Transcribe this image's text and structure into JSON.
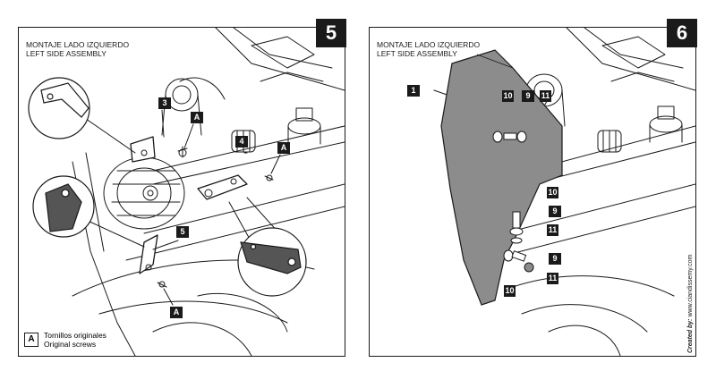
{
  "panel5": {
    "step": "5",
    "title_es": "MONTAJE LADO IZQUIERDO",
    "title_en": "LEFT SIDE ASSEMBLY",
    "callouts": [
      "3",
      "A",
      "4",
      "A",
      "5",
      "A"
    ],
    "legend_key": "A",
    "legend_es": "Tornillos originales",
    "legend_en": "Original screws"
  },
  "panel6": {
    "step": "6",
    "title_es": "MONTAJE LADO IZQUIERDO",
    "title_en": "LEFT SIDE ASSEMBLY",
    "callouts": [
      "1",
      "10",
      "9",
      "11",
      "10",
      "9",
      "11",
      "9",
      "11",
      "10"
    ]
  },
  "credit_prefix": "Created by:",
  "credit_site": "www.ciandissemy.com",
  "colors": {
    "ink": "#1a1a1a",
    "deflector": "#8c8c8c"
  }
}
